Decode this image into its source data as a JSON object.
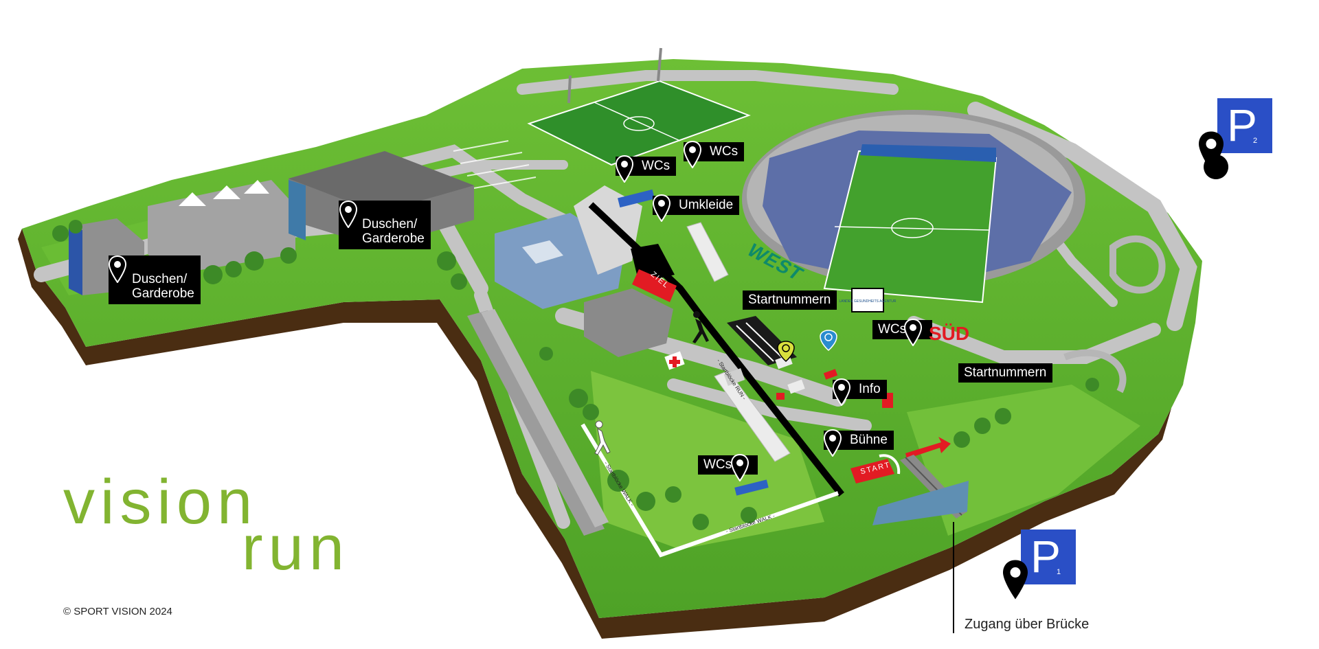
{
  "map": {
    "colors": {
      "grass": "#5fb52f",
      "grass_light": "#7cc43e",
      "path": "#c4c4c4",
      "earth": "#4a2d12",
      "route": "#000000",
      "start_red": "#e21b23",
      "parking_blue": "#2a4fc6",
      "logo_green": "#82b431"
    },
    "labels": {
      "duschen_left": "Duschen/\nGarderobe",
      "duschen_center": "Duschen/\nGarderobe",
      "wcs_field_left": "WCs",
      "wcs_field_right": "WCs",
      "umkleide": "Umkleide",
      "startnummern_west": "Startnummern",
      "wcs_sud": "WCs",
      "startnummern_sud": "Startnummern",
      "info": "Info",
      "buehne": "Bühne",
      "wcs_bottom": "WCs"
    },
    "signs": {
      "west": "WEST",
      "sud": "SÜD",
      "start": "START",
      "ziel": "ZIEL",
      "course_run": "- Startblöcke RUN -",
      "course_walk_vertical": "- Startblöcke WALK -",
      "course_walk_bottom": "- Startblöcke WALK -"
    },
    "sponsor_badge": "LANDES GESUNDHEITS AGENTUR",
    "parking": [
      {
        "letter": "P",
        "number": "2"
      },
      {
        "letter": "P",
        "number": "1"
      }
    ],
    "bridge_caption": "Zugang über Brücke",
    "icons": [
      "map-pin-icon",
      "first-aid-icon",
      "runner-icon",
      "walker-icon",
      "photo-point-icon",
      "start-arrow-icon"
    ]
  },
  "branding": {
    "logo_line1": "vision",
    "logo_line2": "run",
    "copyright": "© SPORT VISION 2024"
  }
}
